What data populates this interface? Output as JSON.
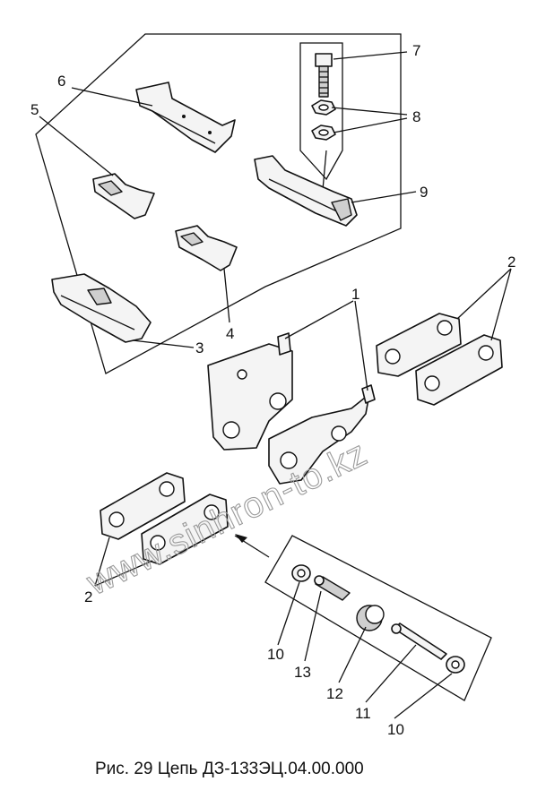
{
  "caption": "Рис. 29 Цепь  ДЗ-133ЭЦ.04.00.000",
  "watermark": "www.sinhron-to.kz",
  "callouts": {
    "c1": "1",
    "c2a": "2",
    "c2b": "2",
    "c3": "3",
    "c4": "4",
    "c5": "5",
    "c6": "6",
    "c7": "7",
    "c8": "8",
    "c9": "9",
    "c10a": "10",
    "c10b": "10",
    "c11": "11",
    "c12": "12",
    "c13": "13"
  }
}
